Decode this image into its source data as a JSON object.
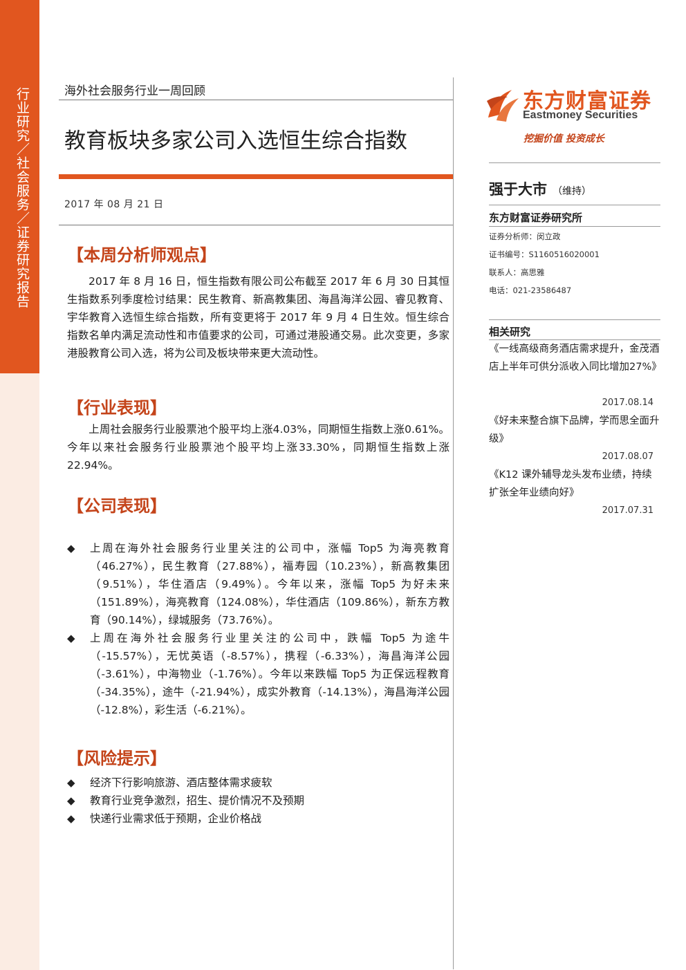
{
  "sidebar": {
    "label": "行业研究／社会服务／证券研究报告"
  },
  "header": {
    "subtitle": "海外社会服务行业一周回顾",
    "title": "教育板块多家公司入选恒生综合指数",
    "date": "2017 年 08 月 21 日"
  },
  "sections": {
    "analyst_view": {
      "heading": "【本周分析师观点】",
      "text": "2017 年 8 月 16 日，恒生指数有限公司公布截至 2017 年 6 月 30 日其恒生指数系列季度检讨结果：民生教育、新高教集团、海昌海洋公园、睿见教育、宇华教育入选恒生综合指数，所有变更将于 2017 年 9 月 4 日生效。恒生综合指数名单内满足流动性和市值要求的公司，可通过港股通交易。此次变更，多家港股教育公司入选，将为公司及板块带来更大流动性。"
    },
    "industry": {
      "heading": "【行业表现】",
      "text": "上周社会服务行业股票池个股平均上涨4.03%，同期恒生指数上涨0.61%。今年以来社会服务行业股票池个股平均上涨33.30%，同期恒生指数上涨22.94%。"
    },
    "company": {
      "heading": "【公司表现】",
      "bullets": [
        "上周在海外社会服务行业里关注的公司中，涨幅 Top5 为海亮教育（46.27%），民生教育（27.88%），福寿园（10.23%），新高教集团（9.51%），华住酒店（9.49%）。今年以来，涨幅 Top5 为好未来（151.89%），海亮教育（124.08%），华住酒店（109.86%），新东方教育（90.14%），绿城服务（73.76%）。",
        "上周在海外社会服务行业里关注的公司中，跌幅 Top5 为途牛（-15.57%），无忧英语（-8.57%），携程（-6.33%），海昌海洋公园（-3.61%），中海物业（-1.76%）。今年以来跌幅 Top5 为正保远程教育（-34.35%），途牛（-21.94%），成实外教育（-14.13%），海昌海洋公园（-12.8%），彩生活（-6.21%）。"
      ]
    },
    "risk": {
      "heading": "【风险提示】",
      "bullets": [
        "经济下行影响旅游、酒店整体需求疲软",
        "教育行业竞争激烈，招生、提价情况不及预期",
        "快递行业需求低于预期，企业价格战"
      ]
    }
  },
  "right": {
    "logo_cn": "东方财富证券",
    "logo_en": "Eastmoney Securities",
    "slogan": "挖掘价值 投资成长",
    "rating": "强于大市",
    "rating_note": "（维持）",
    "institute": "东方财富证券研究所",
    "analyst": "证券分析师：闵立政",
    "cert": "证书编号：S1160516020001",
    "contact": "联系人：高思雅",
    "phone": "电话：021-23586487",
    "related_heading": "相关研究",
    "related": [
      {
        "title": "《一线高级商务酒店需求提升，金茂酒店上半年可供分派收入同比增加27%》",
        "date": "2017.08.14"
      },
      {
        "title": "《好未来整合旗下品牌，学而思全面升级》",
        "date": "2017.08.07"
      },
      {
        "title": "《K12 课外辅导龙头发布业绩，持续扩张全年业绩向好》",
        "date": "2017.07.31"
      }
    ]
  },
  "colors": {
    "accent": "#e1561f",
    "heading": "#c4441a",
    "sidebar_light": "#fbece3"
  },
  "icons": {
    "logo": "eastmoney-logo-icon",
    "bullet": "diamond-bullet-icon"
  }
}
